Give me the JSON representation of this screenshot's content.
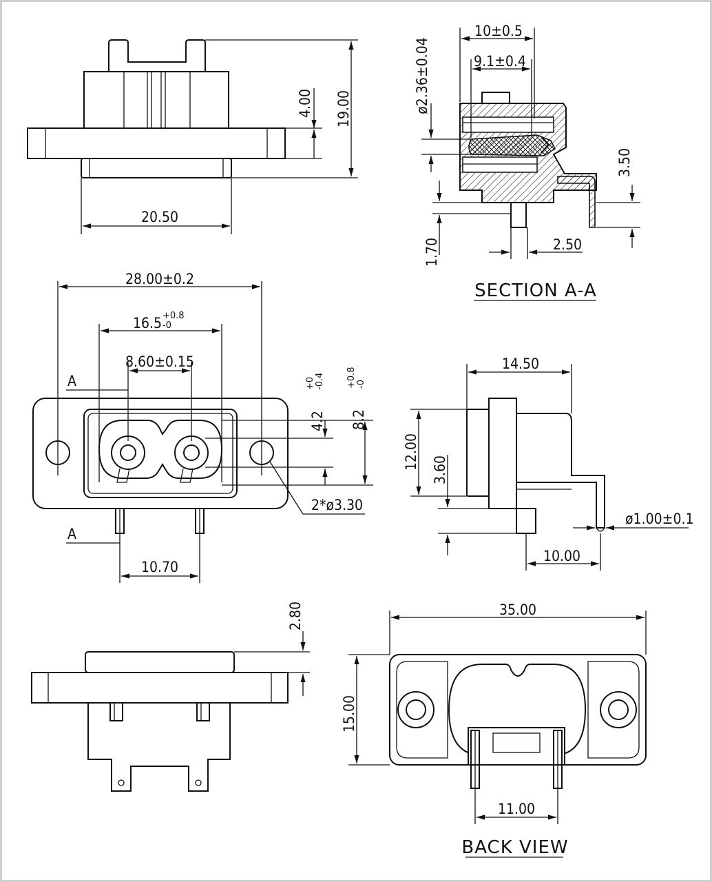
{
  "top_view": {
    "dims": [
      "19.00",
      "4.00",
      "20.50"
    ]
  },
  "section_view": {
    "title": "SECTION A-A",
    "dims": [
      "10±0.5",
      "9.1±0.4",
      "ø2.36±0.04",
      "3.50",
      "1.70",
      "2.50"
    ]
  },
  "front_view": {
    "dims": {
      "overall_width": "28.00±0.2",
      "inner_width_base": "16.5",
      "inner_width_tol_upper": "+0.8",
      "inner_width_tol_lower": "-0",
      "pin_pitch": "8.60±0.15",
      "height_a_base": "4.2",
      "height_a_tol_upper": "+0",
      "height_a_tol_lower": "-0.4",
      "height_b_base": "8.2",
      "height_b_tol_upper": "+0.8",
      "height_b_tol_lower": "-0",
      "holes": "2*ø3.30",
      "pin_spacing": "10.70"
    },
    "section_marks": [
      "A",
      "A"
    ]
  },
  "side_view": {
    "dims": [
      "14.50",
      "12.00",
      "3.60",
      "ø1.00±0.1",
      "10.00"
    ]
  },
  "bottom_view": {
    "dims": [
      "2.80"
    ]
  },
  "back_view": {
    "title": "BACK VIEW",
    "dims": [
      "35.00",
      "15.00",
      "11.00"
    ]
  }
}
